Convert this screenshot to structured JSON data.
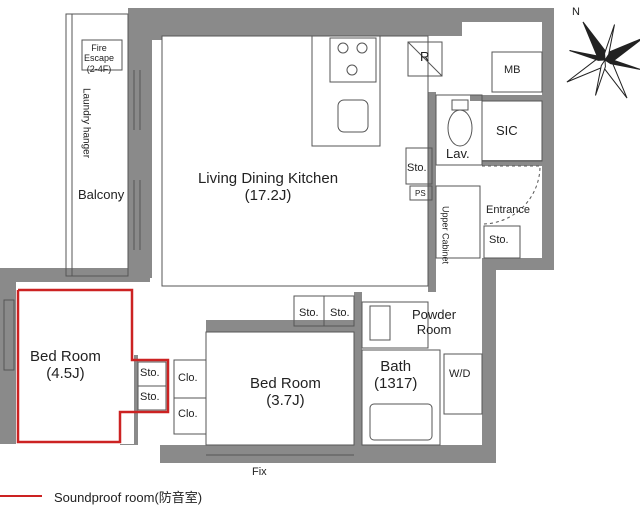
{
  "rooms": {
    "ldk_name": "Living Dining Kitchen",
    "ldk_size": "(17.2J)",
    "bed1_name": "Bed Room",
    "bed1_size": "(4.5J)",
    "bed2_name": "Bed Room",
    "bed2_size": "(3.7J)",
    "bath_name": "Bath",
    "bath_size": "(1317)",
    "powder_line1": "Powder",
    "powder_line2": "Room",
    "lav": "Lav.",
    "sic": "SIC",
    "entrance": "Entrance",
    "balcony": "Balcony",
    "wd": "W/D",
    "mb": "MB",
    "ps": "PS",
    "r": "R",
    "fix": "Fix",
    "upper_cabinet": "Upper Cabinet",
    "laundry_hanger": "Laundry hanger",
    "fire_escape_1": "Fire",
    "fire_escape_2": "Escape",
    "fire_escape_3": "(2-4F)"
  },
  "storage": {
    "sto": "Sto.",
    "clo": "Clo."
  },
  "compass": {
    "north": "N"
  },
  "legend": {
    "text": "Soundproof room(防音室)",
    "color": "#cc2222"
  },
  "colors": {
    "wall": "#8a8a8a",
    "floor": "#ffffff",
    "line": "#555555"
  }
}
